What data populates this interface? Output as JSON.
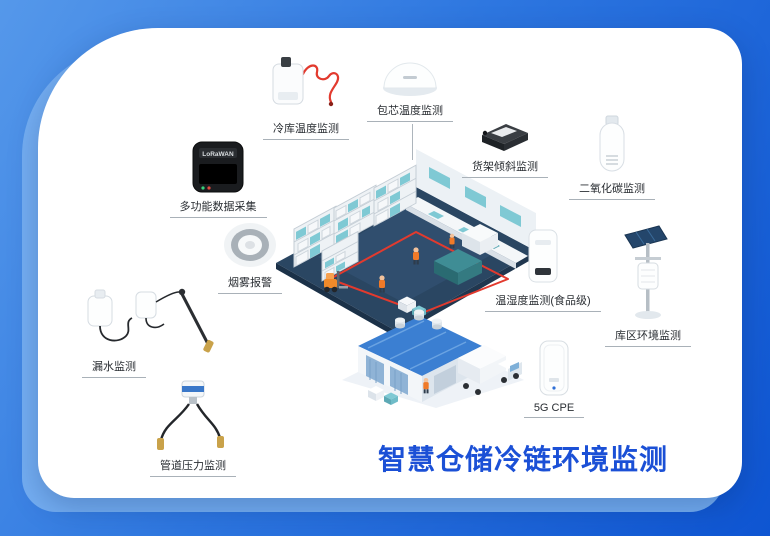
{
  "title": "智慧仓储冷链环境监测",
  "labels": {
    "cold_storage": "冷库温度监测",
    "core_temp": "包芯温度监测",
    "shelf_tilt": "货架倾斜监测",
    "co2": "二氧化碳监测",
    "data_collector": "多功能数据采集",
    "smoke": "烟雾报警",
    "temp_humidity": "温湿度监测(食品级)",
    "yard_env": "库区环境监测",
    "water_leak": "漏水监测",
    "cpe": "5G CPE",
    "pipe_pressure": "管道压力监测"
  },
  "device_text": {
    "controller": "LoRaWAN"
  },
  "colors": {
    "background_top": "#5598ea",
    "background_bottom": "#0e55d2",
    "accent_panel": "#74aef2",
    "card": "#ffffff",
    "title_blue": "#1b50d6",
    "label_text": "#2a2e33",
    "teal": "#7fc9d4",
    "floor_navy": "#2a4662",
    "roof_blue": "#3b7fd2",
    "safety_orange": "#f07a28",
    "alert_red": "#e23a2e"
  }
}
